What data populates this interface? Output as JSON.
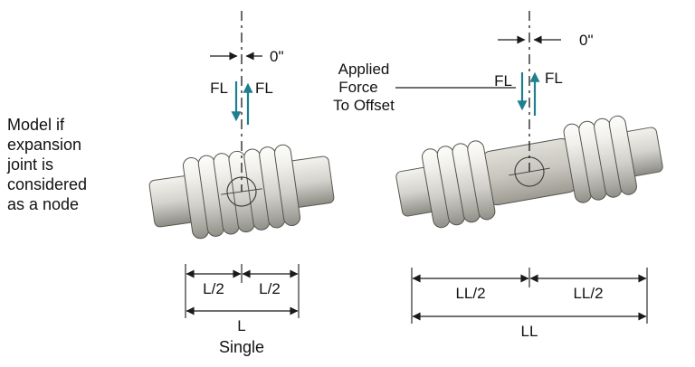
{
  "note": {
    "lines": [
      "Model if",
      "expansion",
      "joint is",
      "considered",
      "as a node"
    ]
  },
  "left": {
    "zero": "0\"",
    "fl_left": "FL",
    "fl_right": "FL",
    "dim_half_left": "L/2",
    "dim_half_right": "L/2",
    "dim_full": "L",
    "caption": "Single"
  },
  "right": {
    "zero": "0\"",
    "fl_left": "FL",
    "fl_right": "FL",
    "applied_force_lines": [
      "Applied",
      "Force",
      "To Offset"
    ],
    "dim_half_left": "LL/2",
    "dim_half_right": "LL/2",
    "dim_full": "LL"
  },
  "colors": {
    "force_arrow": "#1f7f8e",
    "line": "#1a1a1a"
  }
}
